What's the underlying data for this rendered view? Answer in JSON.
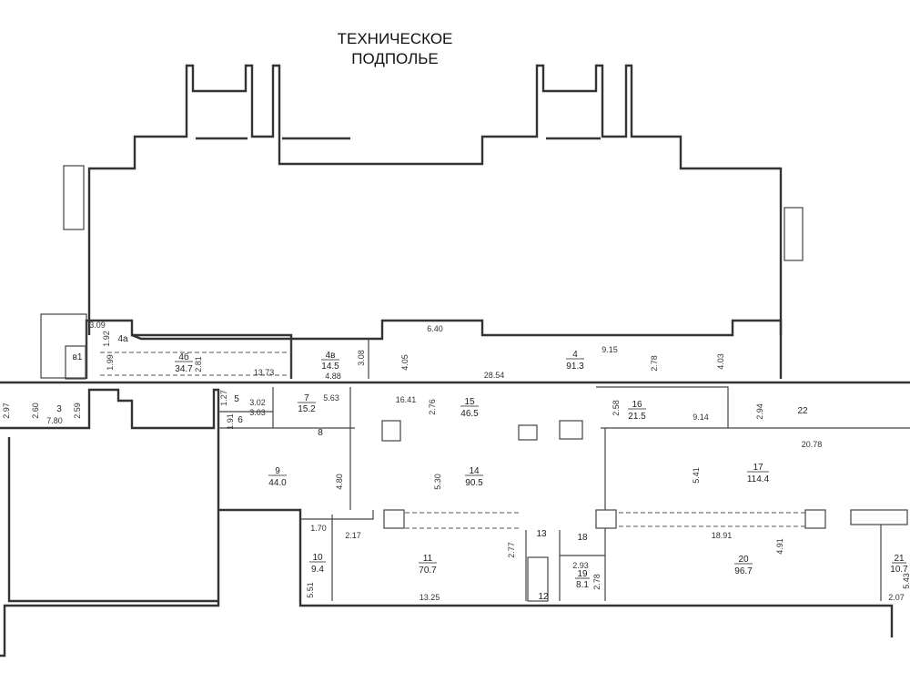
{
  "title": {
    "line1": "ТЕХНИЧЕСКОЕ",
    "line2": "ПОДПОЛЬЕ"
  },
  "rooms": {
    "r4a": {
      "num": "4а"
    },
    "r4b": {
      "num": "4б",
      "area": "34.7"
    },
    "r4v": {
      "num": "4в",
      "area": "14.5"
    },
    "r4": {
      "num": "4",
      "area": "91.3"
    },
    "r3": {
      "num": "3"
    },
    "r5": {
      "num": "5"
    },
    "r6": {
      "num": "6"
    },
    "r7": {
      "num": "7",
      "area": "15.2"
    },
    "r8": {
      "num": "8"
    },
    "r9": {
      "num": "9",
      "area": "44.0"
    },
    "r10": {
      "num": "10",
      "area": "9.4"
    },
    "r11": {
      "num": "11",
      "area": "70.7"
    },
    "r12": {
      "num": "12"
    },
    "r13": {
      "num": "13"
    },
    "r14": {
      "num": "14",
      "area": "90.5"
    },
    "r15": {
      "num": "15",
      "area": "46.5"
    },
    "r16": {
      "num": "16",
      "area": "21.5"
    },
    "r17": {
      "num": "17",
      "area": "114.4"
    },
    "r18": {
      "num": "18"
    },
    "r19": {
      "num": "19",
      "area": "8.1"
    },
    "r20": {
      "num": "20",
      "area": "96.7"
    },
    "r21": {
      "num": "21",
      "area": "10.7"
    },
    "r22": {
      "num": "22"
    },
    "v1": {
      "num": "в1"
    }
  },
  "dims": [
    "3.09",
    "1.92",
    "1.99",
    "2.81",
    "13.73",
    "3.08",
    "4.88",
    "2.97",
    "2.60",
    "2.59",
    "7.80",
    "1.27",
    "3.02",
    "3.03",
    "1.91",
    "5.63",
    "6.40",
    "4.05",
    "28.54",
    "9.15",
    "2.78",
    "4.03",
    "16.41",
    "2.76",
    "2.58",
    "9.14",
    "2.94",
    "20.78",
    "4.80",
    "5.30",
    "5.41",
    "1.70",
    "2.17",
    "5.51",
    "13.25",
    "2.77",
    "2.93",
    "2.78",
    "18.91",
    "4.91",
    "2.07",
    "5.43"
  ]
}
